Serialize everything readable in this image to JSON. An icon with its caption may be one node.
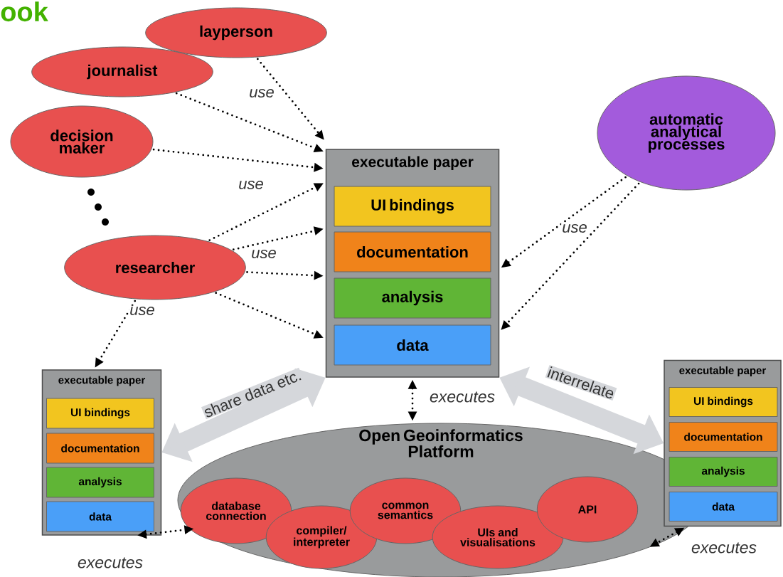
{
  "diagram": {
    "nodes": [
      {
        "text": [
          "layperson"
        ]
      },
      {
        "text": [
          "journalist"
        ]
      },
      {
        "text": [
          "decision maker"
        ]
      },
      {
        "text": [
          "researcher"
        ]
      },
      {
        "text": [
          "automatic analytical processes"
        ]
      },
      {
        "text": [
          "executable paper"
        ]
      },
      {
        "text": [
          "UI bindings"
        ],
        "in": 5
      },
      {
        "text": [
          "documentation"
        ],
        "in": 5
      },
      {
        "text": [
          "analysis"
        ],
        "in": 5
      },
      {
        "text": [
          "data"
        ],
        "in": 5
      },
      {
        "text": [
          "executable paper"
        ]
      },
      {
        "text": [
          "UI bindings"
        ],
        "in": 10
      },
      {
        "text": [
          "documentation"
        ],
        "in": 10
      },
      {
        "text": [
          "analysis"
        ],
        "in": 10
      },
      {
        "text": [
          "data"
        ],
        "in": 10
      },
      {
        "text": [
          "executable paper"
        ]
      },
      {
        "text": [
          "UI bindings"
        ],
        "in": 15
      },
      {
        "text": [
          "documentation"
        ],
        "in": 15
      },
      {
        "text": [
          "analysis"
        ],
        "in": 15
      },
      {
        "text": [
          "data"
        ],
        "in": 15
      },
      {
        "text": [
          "Open Geoinformatics Platform"
        ]
      },
      {
        "text": [
          "database connection"
        ],
        "in": 20
      },
      {
        "text": [
          "compiler/ interpreter"
        ],
        "in": 20
      },
      {
        "text": [
          "common semantics"
        ],
        "in": 20
      },
      {
        "text": [
          "UIs and visualisations"
        ],
        "in": 20
      },
      {
        "text": [
          "API"
        ],
        "in": 20
      }
    ],
    "edges": [
      {
        "from": 0,
        "to": 5,
        "arrow": "to",
        "label": "use",
        "style": "dashed"
      },
      {
        "from": 1,
        "to": 5,
        "arrow": "to",
        "style": "dashed"
      },
      {
        "from": 2,
        "to": 5,
        "arrow": "to",
        "label": "use",
        "style": "dashed"
      },
      {
        "from": 3,
        "to": 5,
        "arrow": "to",
        "style": "dashed"
      },
      {
        "from": 3,
        "to": 5,
        "arrow": "to",
        "label": "use",
        "style": "dashed"
      },
      {
        "from": 3,
        "to": 5,
        "arrow": "to",
        "style": "dashed"
      },
      {
        "from": 3,
        "to": 5,
        "arrow": "to",
        "style": "dashed"
      },
      {
        "from": 3,
        "to": 10,
        "arrow": "to",
        "label": "use",
        "style": "dashed"
      },
      {
        "from": 4,
        "to": 5,
        "arrow": "to",
        "label": "use",
        "style": "dashed"
      },
      {
        "from": 4,
        "to": 5,
        "arrow": "to",
        "style": "dashed"
      },
      {
        "from": 5,
        "to": 20,
        "arrow": "both",
        "label": "executes",
        "style": "dashed"
      },
      {
        "from": 10,
        "to": 20,
        "arrow": "both",
        "label": "executes",
        "style": "dashed"
      },
      {
        "from": 15,
        "to": 20,
        "arrow": "both",
        "label": "executes",
        "style": "dashed"
      },
      {
        "from": 5,
        "to": 10,
        "arrow": "both",
        "label": "share data etc.",
        "style": "thick",
        "color": "#d5d7db"
      },
      {
        "from": 5,
        "to": 15,
        "arrow": "both",
        "label": "interrelate",
        "style": "thick",
        "color": "#d5d7db"
      }
    ],
    "labels": [
      "ook"
    ]
  }
}
